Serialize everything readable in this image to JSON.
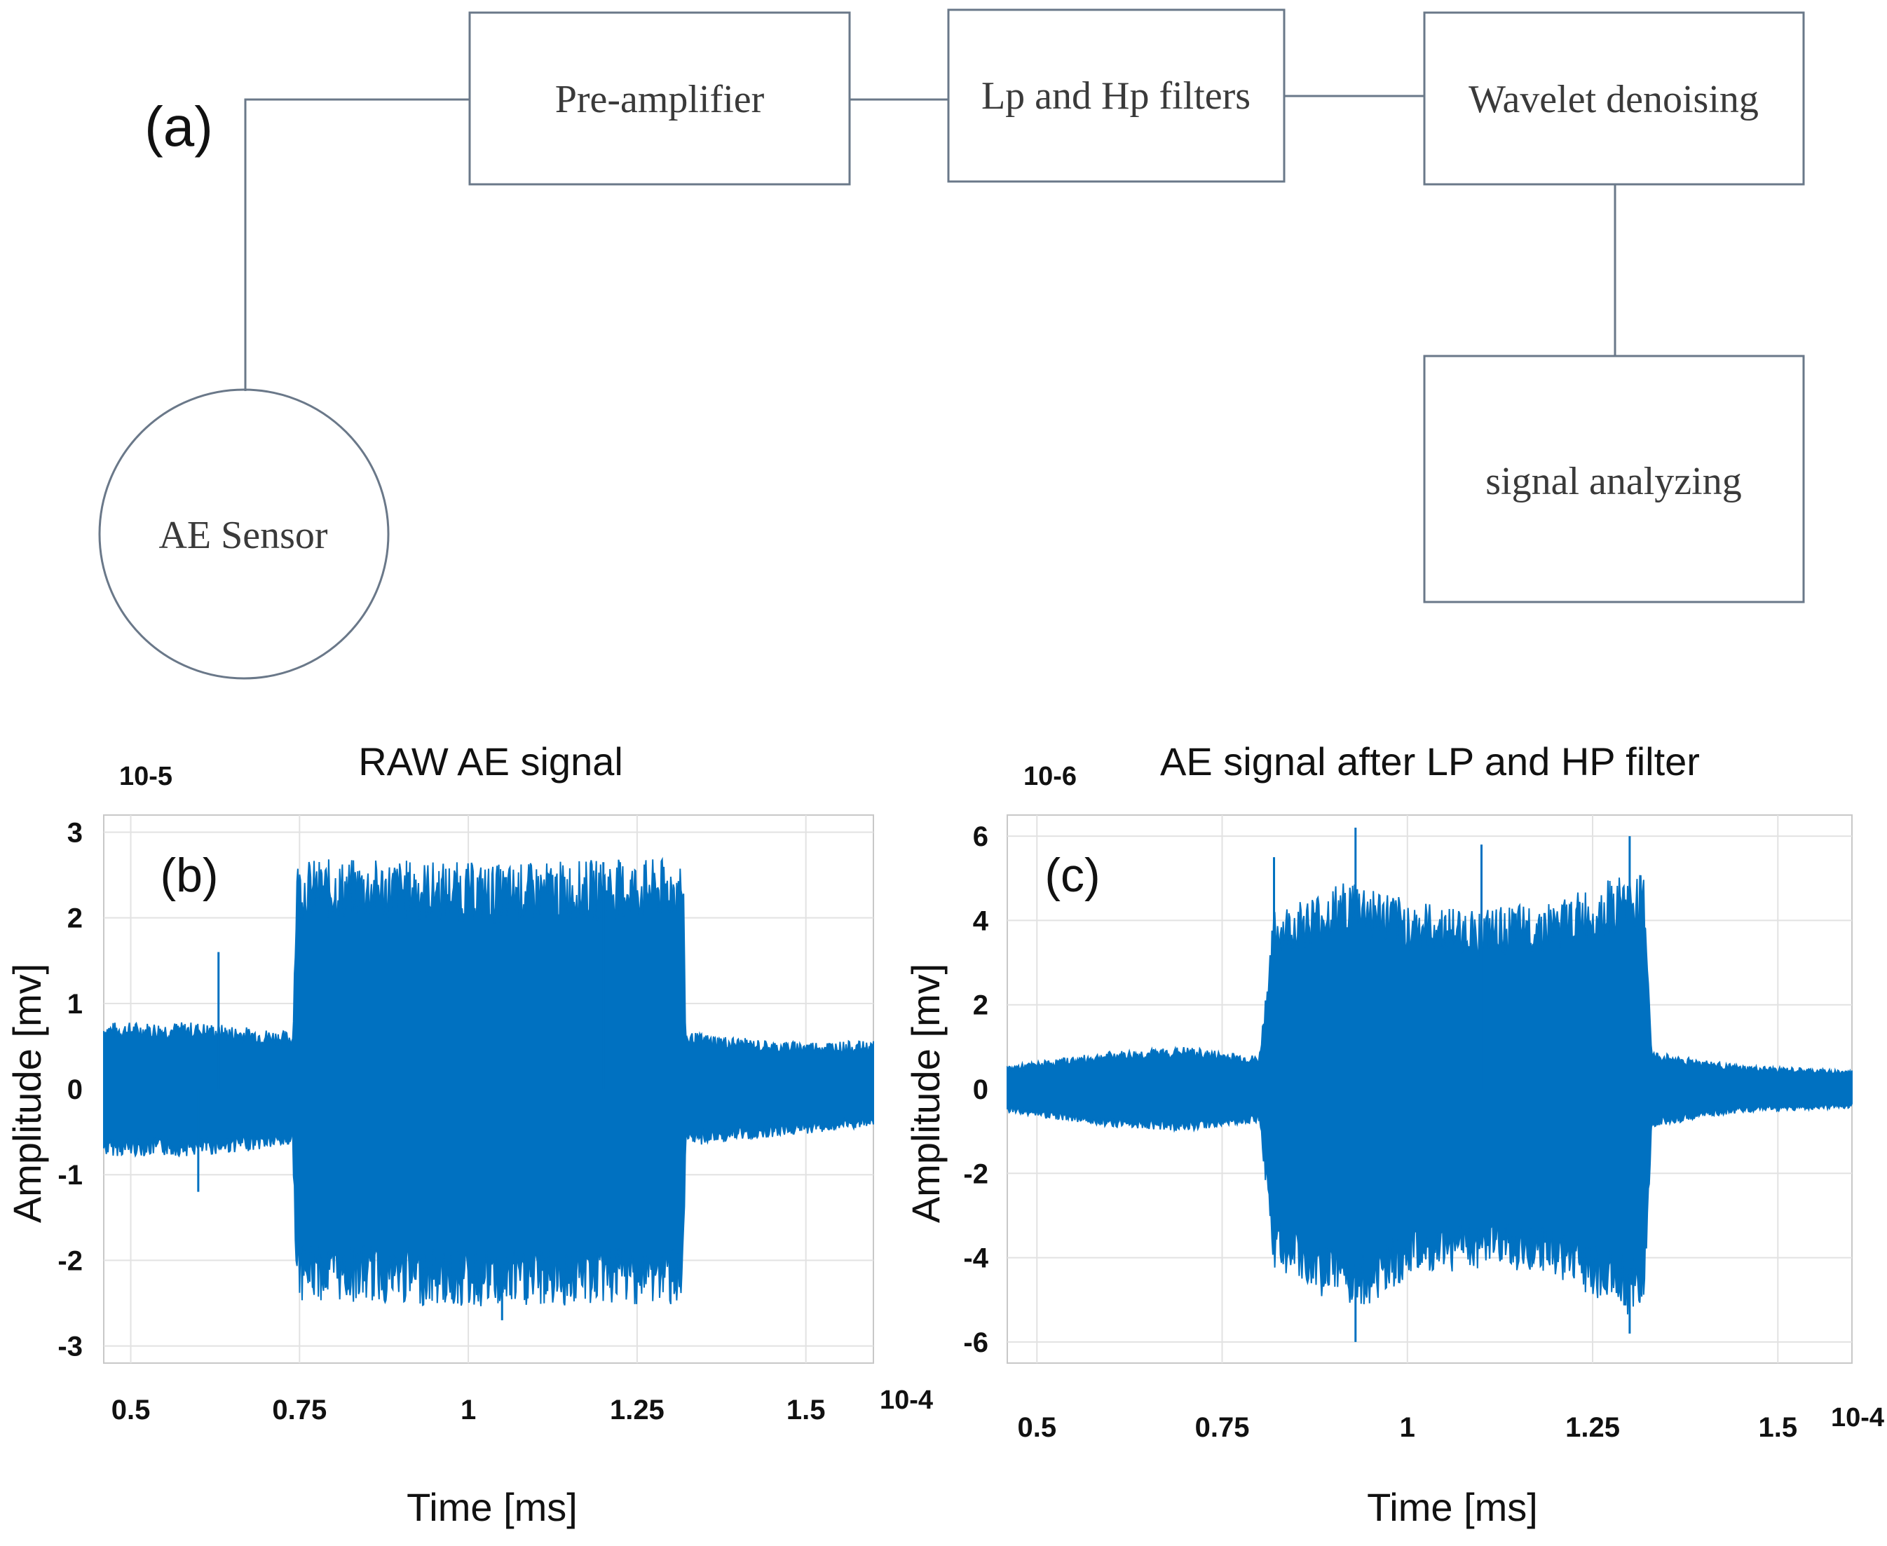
{
  "panel_a": {
    "label": "(a)",
    "blocks": {
      "sensor": "AE Sensor",
      "preamp": "Pre-amplifier",
      "filters": "Lp and Hp filters",
      "wavelet": "Wavelet denoising",
      "analyze": "signal analyzing"
    }
  },
  "chart_data": [
    {
      "type": "line",
      "panel_label": "(b)",
      "title": "RAW AE signal",
      "xlabel": "Time [ms]",
      "ylabel": "Amplitude [mv]",
      "x_multiplier": "10-4",
      "y_multiplier": "10-5",
      "xlim": [
        0.46,
        1.6
      ],
      "ylim": [
        -3.2,
        3.2
      ],
      "x_ticks": [
        0.5,
        0.75,
        1,
        1.25,
        1.5
      ],
      "x_tick_labels": [
        "0.5",
        "0.75",
        "1",
        "1.25",
        "1.5"
      ],
      "y_ticks": [
        3,
        2,
        1,
        0,
        -1,
        -2,
        -3
      ],
      "y_tick_labels": [
        "3",
        "2",
        "1",
        "0",
        "-1",
        "-2",
        "-3"
      ],
      "grid": true,
      "color": "#0071c1",
      "envelope": {
        "x": [
          0.46,
          0.6,
          0.74,
          0.746,
          0.9,
          1.05,
          1.2,
          1.318,
          1.322,
          1.45,
          1.6
        ],
        "upper": [
          0.7,
          0.7,
          0.6,
          2.4,
          2.4,
          2.35,
          2.4,
          2.4,
          0.6,
          0.5,
          0.5
        ],
        "lower": [
          -0.7,
          -0.7,
          -0.6,
          -2.2,
          -2.25,
          -2.3,
          -2.25,
          -2.25,
          -0.6,
          -0.5,
          -0.4
        ]
      },
      "peaks": [
        {
          "x": 0.63,
          "y": 1.6
        },
        {
          "x": 0.6,
          "y": -1.2
        },
        {
          "x": 1.05,
          "y": -2.7
        },
        {
          "x": 1.2,
          "y": 2.65
        }
      ]
    },
    {
      "type": "line",
      "panel_label": "(c)",
      "title": "AE signal after LP and HP filter",
      "xlabel": "Time [ms]",
      "ylabel": "Amplitude [mv]",
      "x_multiplier": "10-4",
      "y_multiplier": "10-6",
      "xlim": [
        0.46,
        1.6
      ],
      "ylim": [
        -6.5,
        6.5
      ],
      "x_ticks": [
        0.5,
        0.75,
        1,
        1.25,
        1.5
      ],
      "x_tick_labels": [
        "0.5",
        "0.75",
        "1",
        "1.25",
        "1.5"
      ],
      "y_ticks": [
        6,
        4,
        2,
        0,
        -2,
        -4,
        -6
      ],
      "y_tick_labels": [
        "6",
        "4",
        "2",
        "0",
        "-2",
        "-4",
        "-6"
      ],
      "grid": true,
      "color": "#0071c1",
      "envelope": {
        "x": [
          0.46,
          0.6,
          0.7,
          0.8,
          0.82,
          0.93,
          1.0,
          1.1,
          1.2,
          1.3,
          1.32,
          1.33,
          1.45,
          1.6
        ],
        "upper": [
          0.5,
          0.8,
          0.9,
          0.7,
          3.8,
          4.5,
          4.0,
          3.8,
          4.0,
          4.6,
          4.5,
          0.8,
          0.5,
          0.4
        ],
        "lower": [
          -0.5,
          -0.8,
          -0.9,
          -0.7,
          -3.8,
          -4.8,
          -4.0,
          -3.8,
          -4.0,
          -4.8,
          -4.5,
          -0.8,
          -0.5,
          -0.4
        ]
      },
      "peaks": [
        {
          "x": 0.93,
          "y": 6.2
        },
        {
          "x": 0.93,
          "y": -6.0
        },
        {
          "x": 1.3,
          "y": 6.0
        },
        {
          "x": 1.3,
          "y": -5.8
        },
        {
          "x": 0.82,
          "y": 5.5
        },
        {
          "x": 1.1,
          "y": 5.8
        }
      ]
    }
  ]
}
